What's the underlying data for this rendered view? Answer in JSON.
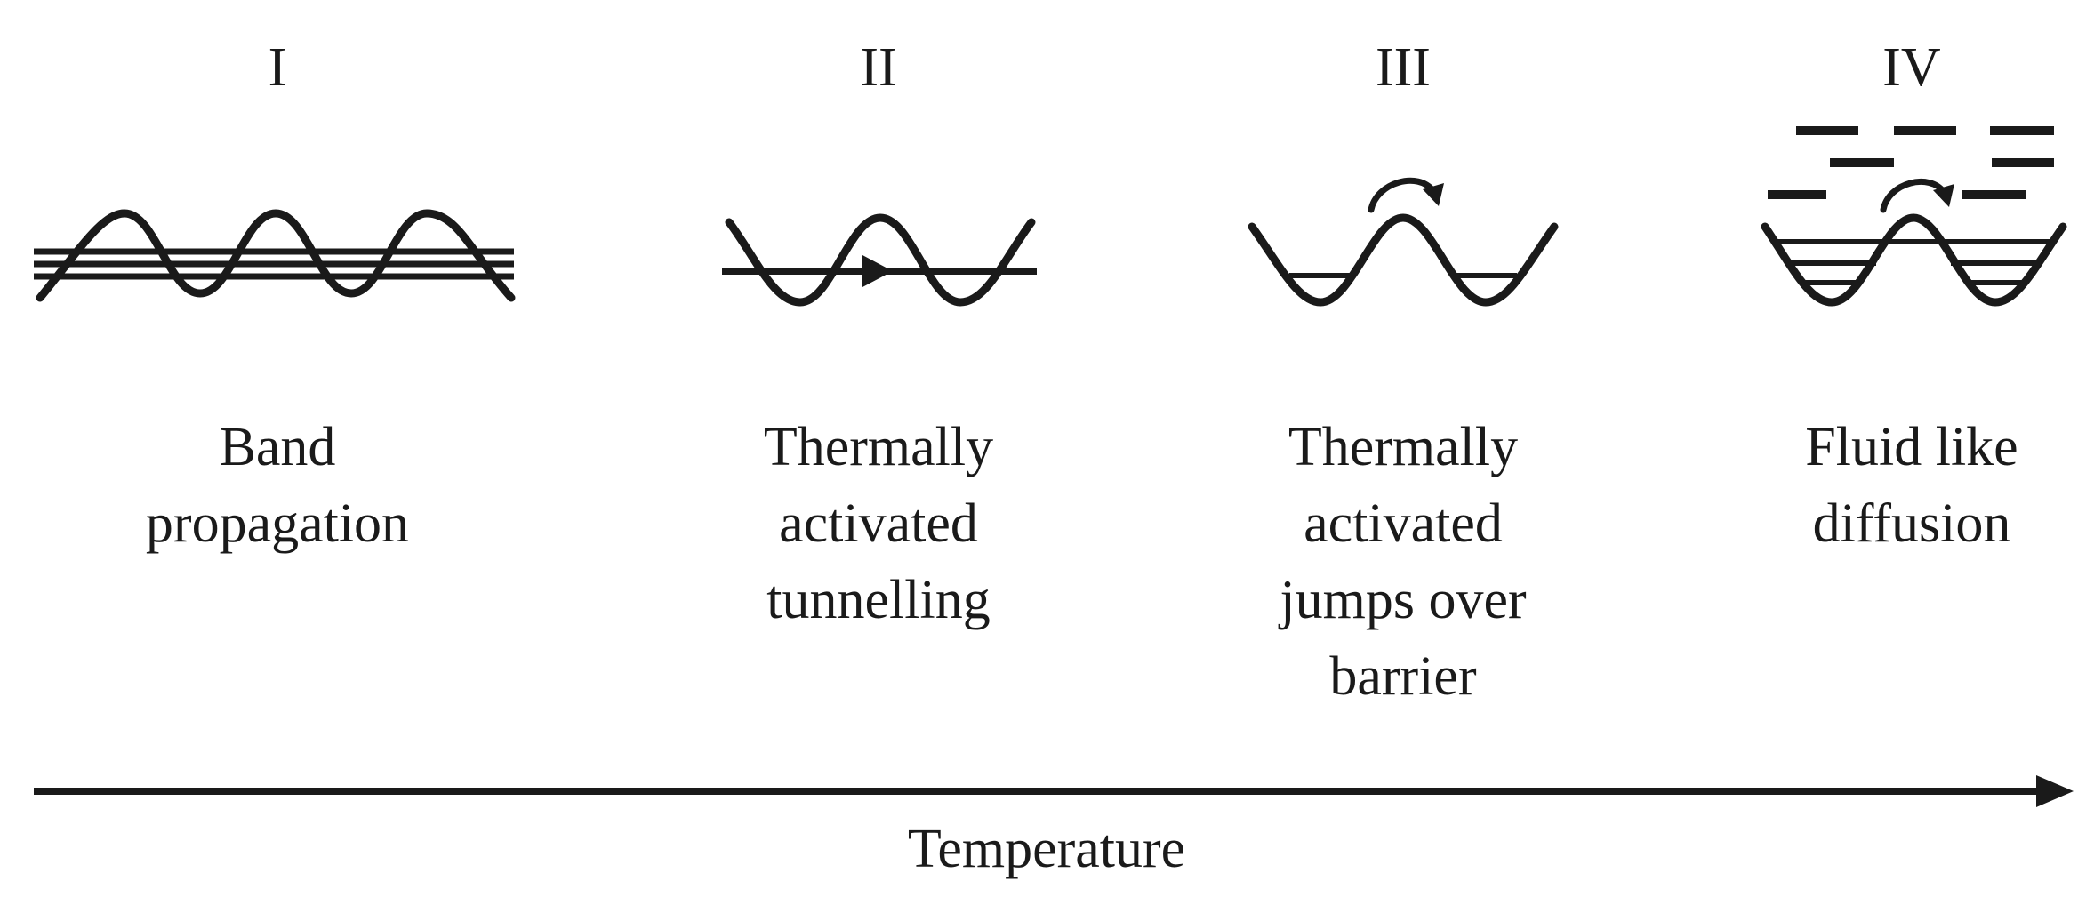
{
  "regimes": [
    {
      "numeral": "I",
      "caption_lines": [
        "Band",
        "propagation"
      ]
    },
    {
      "numeral": "II",
      "caption_lines": [
        "Thermally",
        "activated",
        "tunnelling"
      ]
    },
    {
      "numeral": "III",
      "caption_lines": [
        "Thermally",
        "activated",
        "jumps over",
        "barrier"
      ]
    },
    {
      "numeral": "IV",
      "caption_lines": [
        "Fluid like",
        "diffusion"
      ]
    }
  ],
  "axis": {
    "label": "Temperature",
    "direction": "increasing-right"
  },
  "colors": {
    "ink": "#1a1a1a",
    "background": "#ffffff"
  }
}
